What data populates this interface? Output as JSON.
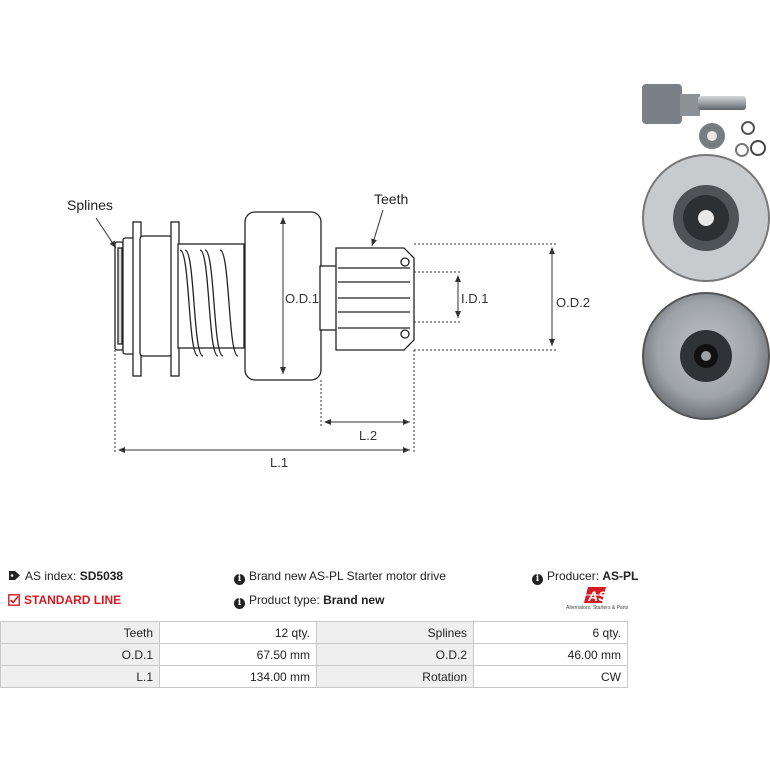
{
  "drawing": {
    "callouts": {
      "splines": "Splines",
      "teeth": "Teeth"
    },
    "dimensions": {
      "od1": "O.D.1",
      "id1": "I.D.1",
      "od2": "O.D.2",
      "l1": "L.1",
      "l2": "L.2"
    }
  },
  "product_info": {
    "as_index_label": "AS index:",
    "as_index_value": "SD5038",
    "description": "Brand new AS-PL Starter motor drive",
    "producer_label": "Producer:",
    "producer_value": "AS-PL",
    "standard_line": "STANDARD LINE",
    "product_type_label": "Product type:",
    "product_type_value": "Brand new"
  },
  "logo": {
    "text": "AS",
    "subtitle": "Alternators, Starters & Parts"
  },
  "spec_table": {
    "rows": [
      {
        "label1": "Teeth",
        "value1": "12 qty.",
        "label2": "Splines",
        "value2": "6 qty."
      },
      {
        "label1": "O.D.1",
        "value1": "67.50 mm",
        "label2": "O.D.2",
        "value2": "46.00 mm"
      },
      {
        "label1": "L.1",
        "value1": "134.00 mm",
        "label2": "Rotation",
        "value2": "CW"
      }
    ]
  },
  "colors": {
    "brand_red": "#d71920",
    "table_label_bg": "#efefef",
    "table_border": "#c8c8c8"
  }
}
